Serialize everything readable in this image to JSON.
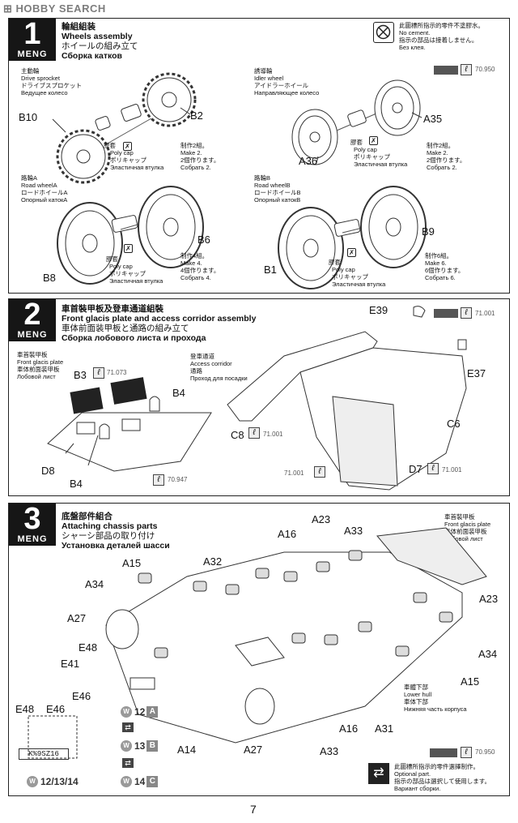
{
  "watermark": "HOBBY SEARCH",
  "brand": "MENG",
  "page_number": "7",
  "step1": {
    "number": "1",
    "title": [
      "輪組組装",
      "Wheels assembly",
      "ホイールの組み立て",
      "Сборка катков"
    ],
    "no_cement": [
      "此圖標所指示的零件不塗膠水。",
      "No cement.",
      "指示の部品は接着しません。",
      "Без клея."
    ],
    "paint_code": "70.950",
    "drive_sprocket": [
      "主動輪",
      "Drive sprocket",
      "ドライブスプロケット",
      "Ведущее колесо"
    ],
    "idler_wheel": [
      "誘導輪",
      "Idler wheel",
      "アイドラーホイール",
      "Направляющее колесо"
    ],
    "road_wheel_a": [
      "路輪A",
      "Road wheelA",
      "ロードホイールA",
      "Опорный катокA"
    ],
    "road_wheel_b": [
      "路輪B",
      "Road wheelB",
      "ロードホイールB",
      "Опорный катокB"
    ],
    "poly_cap": [
      "膠套",
      "Poly cap",
      "ポリキャップ",
      "Эластичная втулка"
    ],
    "make2": [
      "制作2組。",
      "Make 2.",
      "2個作ります。",
      "Собрать 2."
    ],
    "make4": [
      "制作4組。",
      "Make 4.",
      "4個作ります。",
      "Собрать 4."
    ],
    "make6": [
      "制作6組。",
      "Make 6.",
      "6個作ります。",
      "Собрать 6."
    ],
    "parts": {
      "b10": "B10",
      "b2": "B2",
      "a36": "A36",
      "a35": "A35",
      "b8": "B8",
      "b6": "B6",
      "b1": "B1",
      "b9": "B9"
    }
  },
  "step2": {
    "number": "2",
    "title": [
      "車首裝甲板及登車通道組裝",
      "Front glacis plate and access corridor assembly",
      "車体前面装甲板と通路の組み立て",
      "Сборка лобового листа и прохода"
    ],
    "glacis": [
      "車首裝甲板",
      "Front glacis plate",
      "車体前面装甲板",
      "Лобовой лист"
    ],
    "corridor": [
      "登車通道",
      "Access corridor",
      "通路",
      "Проход для посадки"
    ],
    "parts": {
      "b3": "B3",
      "b4a": "B4",
      "b4b": "B4",
      "d8": "D8",
      "c8": "C8",
      "e39": "E39",
      "e37": "E37",
      "c6": "C6",
      "d7": "D7"
    },
    "paints": {
      "p1": "71.073",
      "p2": "70.947",
      "p3": "71.001",
      "p4": "71.001",
      "p5": "71.001",
      "p6": "71.001"
    }
  },
  "step3": {
    "number": "3",
    "title": [
      "底盤部件組合",
      "Attaching chassis parts",
      "シャーシ部品の取り付け",
      "Установка деталей шасси"
    ],
    "glacis": [
      "車首裝甲板",
      "Front glacis plate",
      "車体前面装甲板",
      "Лобовой лист"
    ],
    "lower_hull": [
      "車體下部",
      "Lower hull",
      "車体下部",
      "Нижняя часть корпуса"
    ],
    "optional": [
      "此圖標所指示的零件選擇制作。",
      "Optional part.",
      "指示の部品は選択して使用します。",
      "Вариант сборки."
    ],
    "paint_code": "70.950",
    "parts": {
      "a23a": "A23",
      "a16a": "A16",
      "a33a": "A33",
      "a15a": "A15",
      "a32": "A32",
      "a34a": "A34",
      "a27a": "A27",
      "e48": "E48",
      "e41": "E41",
      "e46": "E46",
      "a14": "A14",
      "a27b": "A27",
      "a16b": "A16",
      "a33b": "A33",
      "a31": "A31",
      "a15b": "A15",
      "a34b": "A34",
      "a23b": "A23",
      "e48b": "E48",
      "e46b": "E46"
    },
    "plate_text": "K%9SZ16",
    "badges": {
      "w12": "12",
      "w13": "13",
      "w14": "14",
      "l12": "A",
      "l13": "B",
      "l14": "C",
      "combo": "12/13/14"
    }
  }
}
